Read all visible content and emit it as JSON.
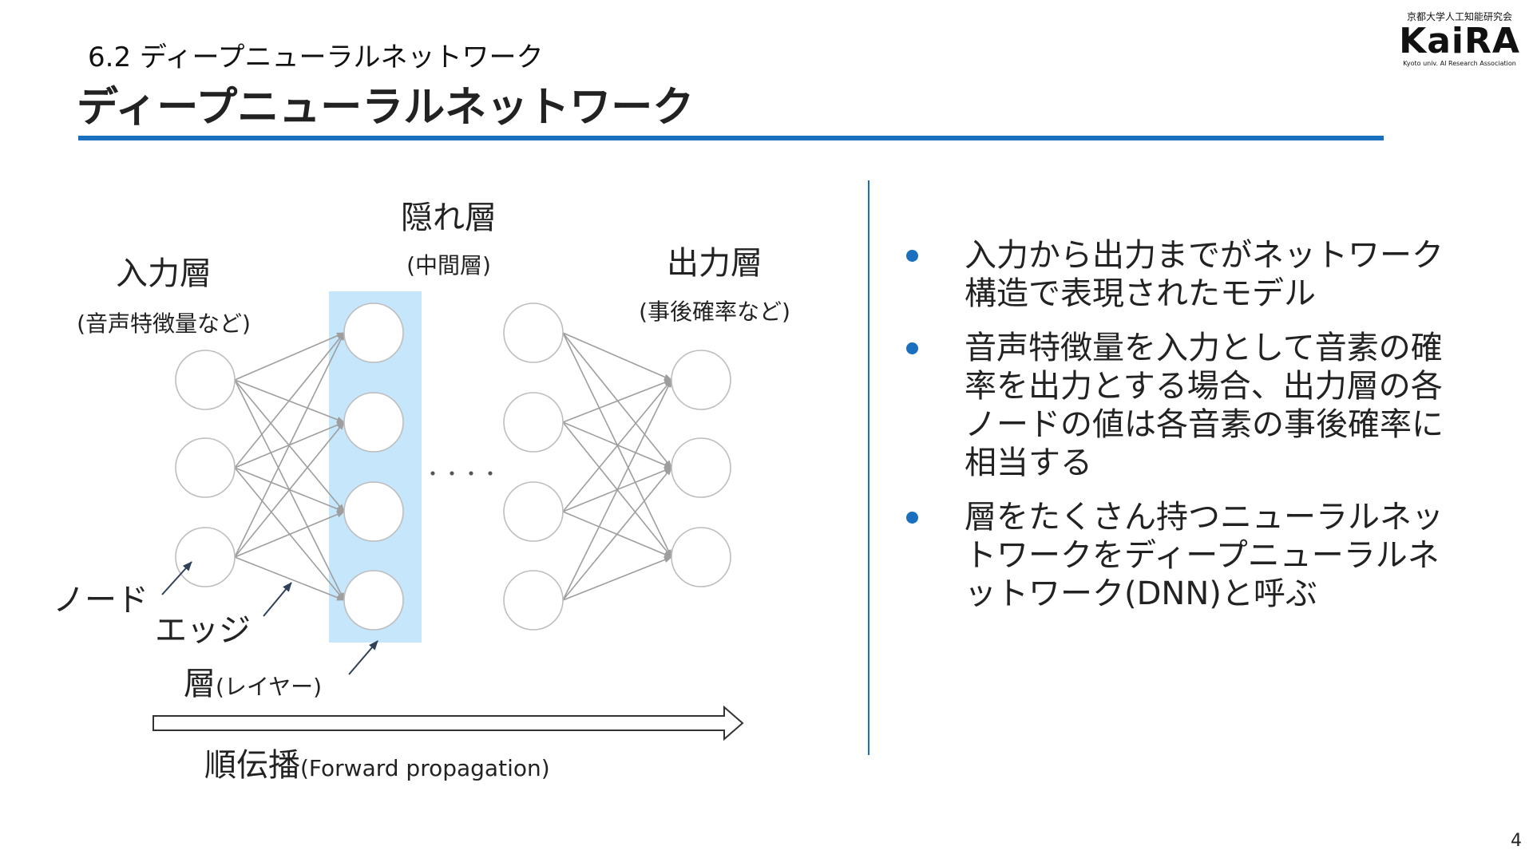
{
  "header": {
    "subtitle": "6.2 ディープニューラルネットワーク",
    "title": "ディープニューラルネットワーク"
  },
  "logo": {
    "top_text": "京都大学人工知能研究会",
    "main_text": "KaiRA",
    "bottom_text": "Kyoto univ. AI Research Association"
  },
  "diagram": {
    "input_layer": {
      "label": "入力層",
      "sub": "(音声特徴量など)"
    },
    "hidden_layer": {
      "label": "隠れ層",
      "sub": "(中間層)"
    },
    "output_layer": {
      "label": "出力層",
      "sub": "(事後確率など)"
    },
    "ellipsis": "・・・・",
    "node_label": "ノード",
    "edge_label": "エッジ",
    "layer_label_main": "層",
    "layer_label_sub": "(レイヤー)",
    "forward_main": "順伝播",
    "forward_sub": "(Forward propagation)",
    "colors": {
      "highlight": "#c6e6fb",
      "node_stroke": "#bdbdbd",
      "edge": "#9e9e9e",
      "pointer": "#2f4057"
    }
  },
  "bullets": [
    "入力から出力までがネットワーク構造で表現されたモデル",
    "音声特徴量を入力として音素の確率を出力とする場合、出力層の各ノードの値は各音素の事後確率に相当する",
    "層をたくさん持つニューラルネットワークをディープニューラルネットワーク(DNN)と呼ぶ"
  ],
  "bullet_color": "#1a6fbf",
  "accent_color": "#1a6fbf",
  "page_number": "4"
}
